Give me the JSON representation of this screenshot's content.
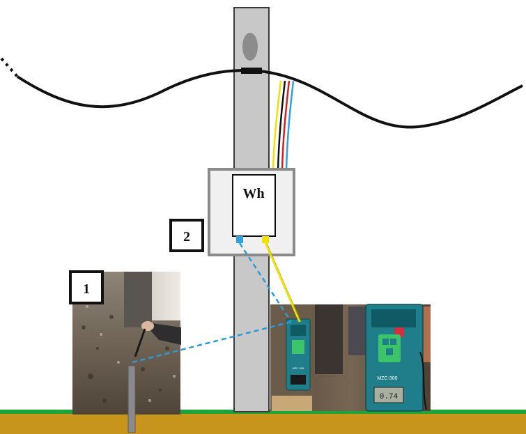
{
  "meter": {
    "label": "Wh"
  },
  "markers": [
    {
      "id": "1"
    },
    {
      "id": "2"
    }
  ],
  "device": {
    "model_small": "MZC-306",
    "model_large": "MZC-300",
    "display_reading": "0.74"
  },
  "colors": {
    "ground_green": "#1aa53a",
    "soil": "#c8951c",
    "pole": "#c8c8c8",
    "phase_yellow": "#f2e200",
    "phase_red": "#d62020",
    "phase_blue": "#2fa0e0",
    "dashed_blue": "#2a9ad8",
    "device_teal": "#1f7e8a",
    "device_green": "#3cc46a"
  }
}
